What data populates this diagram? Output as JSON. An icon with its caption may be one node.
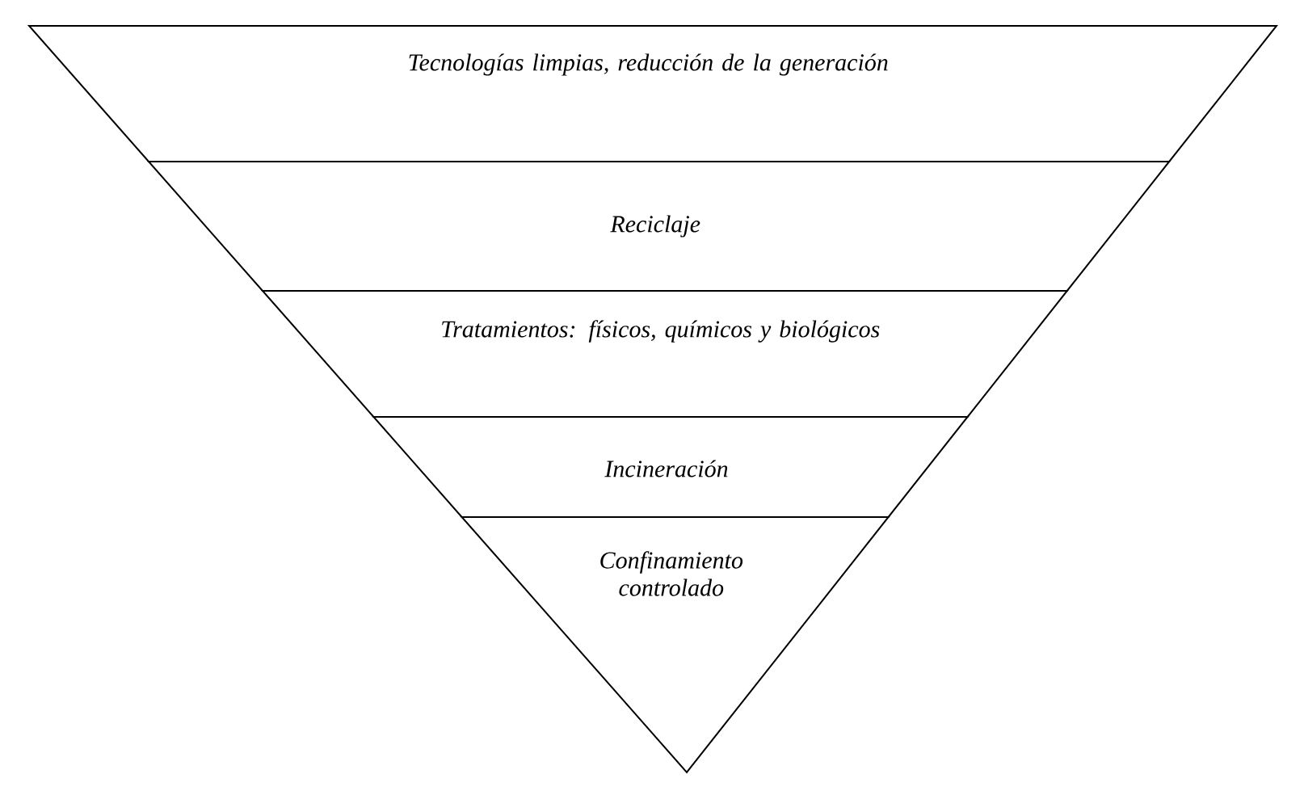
{
  "diagram": {
    "nodes": [
      {
        "text": [
          "Tecnologías limpias, reducción de la generación"
        ]
      },
      {
        "text": [
          "Reciclaje"
        ]
      },
      {
        "text": [
          "Tratamientos: físicos, químicos y biológicos"
        ]
      },
      {
        "text": [
          "Incineración"
        ]
      },
      {
        "text": [
          "Confinamiento controlado"
        ]
      }
    ]
  }
}
